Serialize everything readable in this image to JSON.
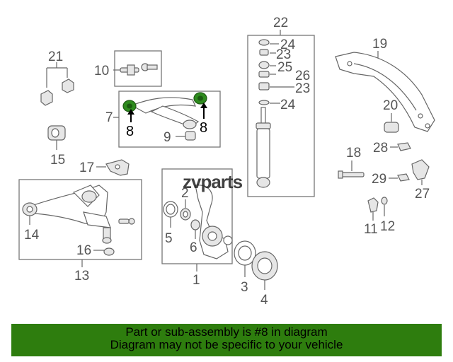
{
  "diagram": {
    "labels": {
      "l1": "1",
      "l2": "2",
      "l3": "3",
      "l4": "4",
      "l5": "5",
      "l6": "6",
      "l7": "7",
      "l8a": "8",
      "l8b": "8",
      "l9": "9",
      "l10": "10",
      "l11": "11",
      "l12": "12",
      "l13": "13",
      "l14": "14",
      "l15": "15",
      "l16": "16",
      "l17": "17",
      "l18": "18",
      "l19": "19",
      "l20": "20",
      "l21": "21",
      "l22": "22",
      "l23a": "23",
      "l23b": "23",
      "l24a": "24",
      "l24b": "24",
      "l25": "25",
      "l26": "26",
      "l27": "27",
      "l28": "28",
      "l29": "29"
    },
    "highlight_color": "#2e8b1e"
  },
  "watermark": "zvparts",
  "banner": {
    "line1": "Part or sub-assembly is #8 in diagram",
    "line2": "Diagram may not be specific to your vehicle",
    "color": "#2e7d0e"
  }
}
